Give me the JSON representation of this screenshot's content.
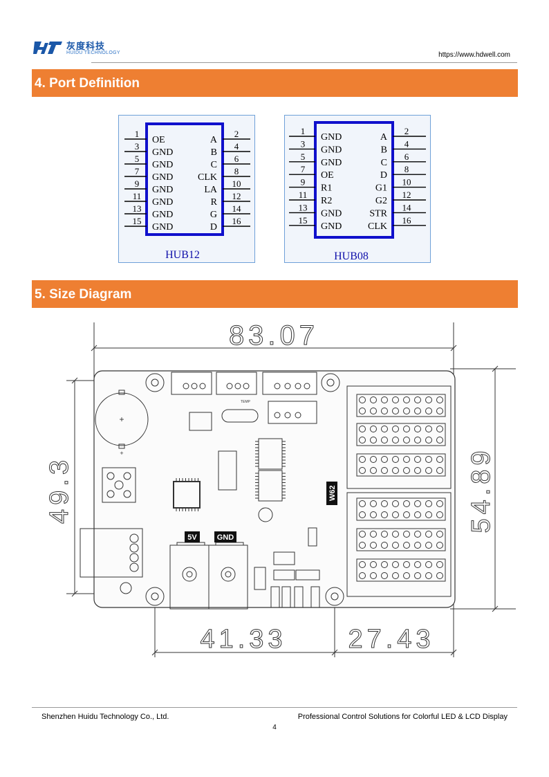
{
  "header": {
    "logo_cn": "灰度科技",
    "logo_en": "HUIDU TECHNOLOGY",
    "url": "https://www.hdwell.com"
  },
  "sections": {
    "port_title": "4. Port Definition",
    "size_title": "5. Size Diagram"
  },
  "hub12": {
    "name": "HUB12",
    "left_pins": [
      "1",
      "3",
      "5",
      "7",
      "9",
      "11",
      "13",
      "15"
    ],
    "right_pins": [
      "2",
      "4",
      "6",
      "8",
      "10",
      "12",
      "14",
      "16"
    ],
    "left_labels": [
      "OE",
      "GND",
      "GND",
      "GND",
      "GND",
      "GND",
      "GND",
      "GND"
    ],
    "right_labels": [
      "A",
      "B",
      "C",
      "CLK",
      "LA",
      "R",
      "G",
      "D"
    ]
  },
  "hub08": {
    "name": "HUB08",
    "left_pins": [
      "1",
      "3",
      "5",
      "7",
      "9",
      "11",
      "13",
      "15"
    ],
    "right_pins": [
      "2",
      "4",
      "6",
      "8",
      "10",
      "12",
      "14",
      "16"
    ],
    "left_labels": [
      "GND",
      "GND",
      "GND",
      "OE",
      "R1",
      "R2",
      "GND",
      "GND"
    ],
    "right_labels": [
      "A",
      "B",
      "C",
      "D",
      "G1",
      "G2",
      "STR",
      "CLK"
    ]
  },
  "dimensions": {
    "width": "83.07",
    "height_left": "49.3",
    "height_right": "54.89",
    "bottom_left": "41.33",
    "bottom_right": "27.43"
  },
  "board": {
    "model": "W62",
    "label_5v": "5V",
    "label_gnd": "GND",
    "temp": "TEMP"
  },
  "footer": {
    "company": "Shenzhen Huidu Technology Co., Ltd.",
    "slogan": "Professional Control Solutions for Colorful LED & LCD Display",
    "page": "4"
  }
}
